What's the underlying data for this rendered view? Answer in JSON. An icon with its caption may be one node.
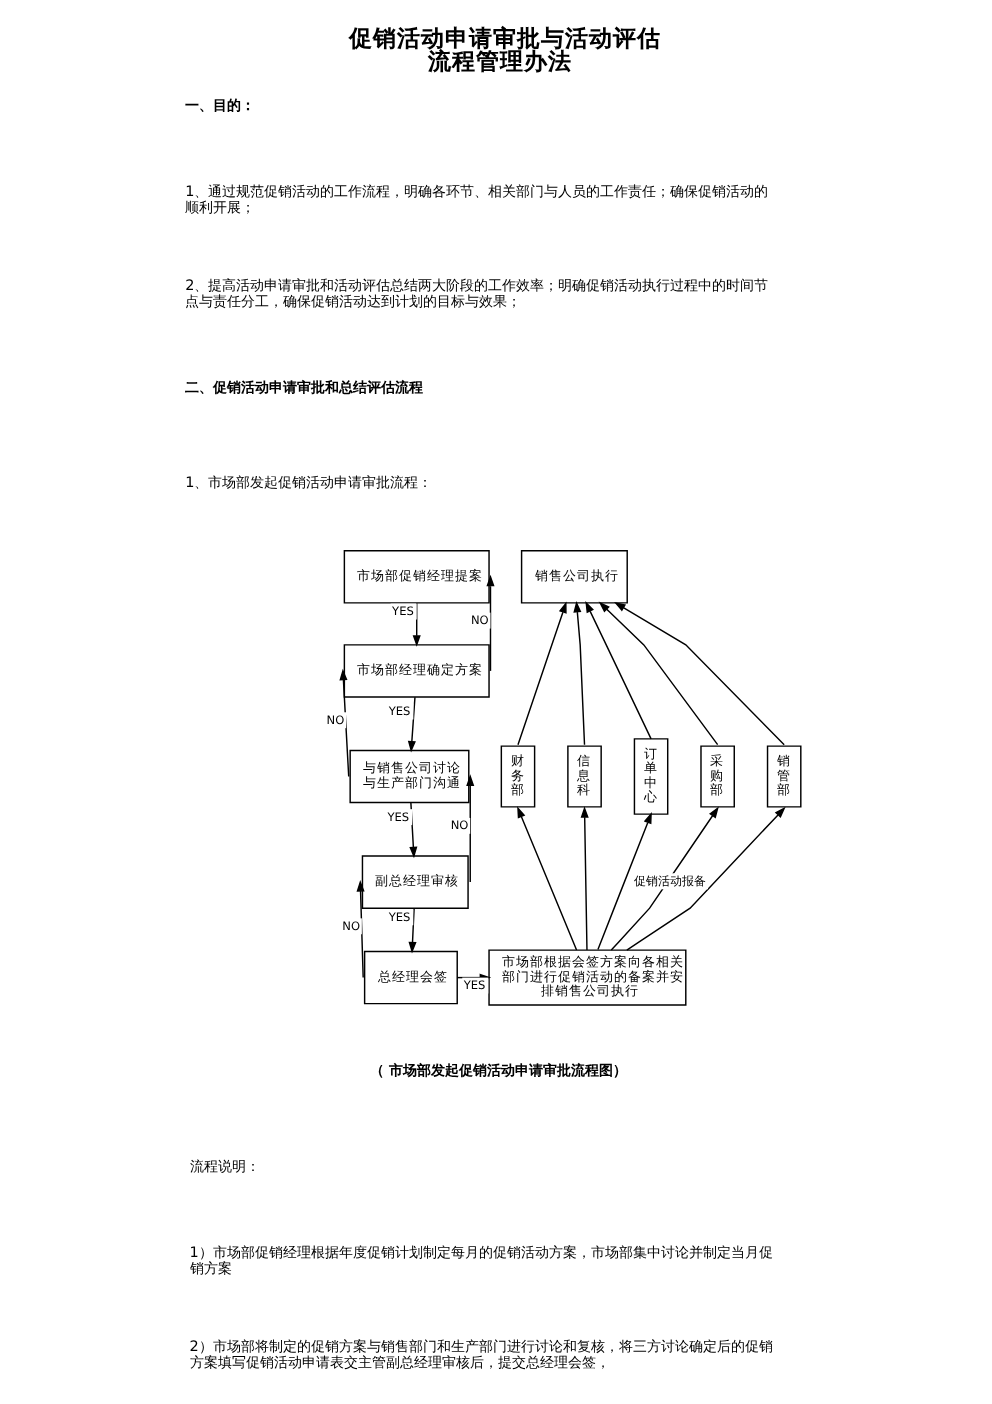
{
  "diagram": {
    "title": "促销活动申请审批与活动评估流程管理办法",
    "caption": "（ 市场部发起促销活动申请审批流程图）",
    "nodes": [
      {
        "text": [
          "市场部促销经理提案"
        ]
      },
      {
        "text": [
          "市场部经理确定方案"
        ]
      },
      {
        "text": [
          "与销售公司讨论与生产部门沟通"
        ]
      },
      {
        "text": [
          "副总经理审核"
        ]
      },
      {
        "text": [
          "总经理会签"
        ]
      },
      {
        "text": [
          "市场部根据会签方案向各相关部门进行促销活动的备案并安排销售公司执行"
        ]
      },
      {
        "text": [
          "财务部"
        ]
      },
      {
        "text": [
          "信息科"
        ]
      },
      {
        "text": [
          "订单中心"
        ]
      },
      {
        "text": [
          "采购部"
        ]
      },
      {
        "text": [
          "销管部"
        ]
      },
      {
        "text": [
          "销售公司执行"
        ]
      }
    ],
    "edges": [
      {
        "from": 0,
        "to": 1,
        "arrow": "to",
        "label": "YES"
      },
      {
        "from": 1,
        "to": 0,
        "arrow": "to",
        "label": "NO"
      },
      {
        "from": 1,
        "to": 2,
        "arrow": "to",
        "label": "YES"
      },
      {
        "from": 2,
        "to": 1,
        "arrow": "to",
        "label": "NO"
      },
      {
        "from": 2,
        "to": 3,
        "arrow": "to",
        "label": "YES"
      },
      {
        "from": 3,
        "to": 2,
        "arrow": "to",
        "label": "NO"
      },
      {
        "from": 3,
        "to": 4,
        "arrow": "to",
        "label": "YES"
      },
      {
        "from": 4,
        "to": 3,
        "arrow": "to",
        "label": "NO"
      },
      {
        "from": 4,
        "to": 5,
        "arrow": "to",
        "label": "YES"
      },
      {
        "from": 5,
        "to": 6,
        "arrow": "to"
      },
      {
        "from": 5,
        "to": 7,
        "arrow": "to"
      },
      {
        "from": 5,
        "to": 8,
        "arrow": "to"
      },
      {
        "from": 5,
        "to": 9,
        "arrow": "to"
      },
      {
        "from": 5,
        "to": 10,
        "arrow": "to",
        "label": "促销活动报备"
      },
      {
        "from": 6,
        "to": 11,
        "arrow": "to"
      },
      {
        "from": 7,
        "to": 11,
        "arrow": "to"
      },
      {
        "from": 8,
        "to": 11,
        "arrow": "to"
      },
      {
        "from": 9,
        "to": 11,
        "arrow": "to"
      },
      {
        "from": 10,
        "to": 11,
        "arrow": "to"
      }
    ],
    "labels": [
      "一、目的：",
      "1、通过规范促销活动的工作流程，明确各环节、相关部门与人员的工作责任；确保促销活动的顺利开展；",
      "2、提高活动申请审批和活动评估总结两大阶段的工作效率；明确促销活动执行过程中的时间节点与责任分工，确保促销活动达到计划的目标与效果；",
      "二、促销活动申请审批和总结评估流程",
      "1、市场部发起促销活动申请审批流程：",
      "流程说明：",
      "1）市场部促销经理根据年度促销计划制定每月的促销活动方案，市场部集中讨论并制定当月促销方案",
      "2）市场部将制定的促销方案与销售部门和生产部门进行讨论和复核，将三方讨论确定后的促销方案填写促销活动申请表交主管副总经理审核后，提交总经理会签，"
    ]
  }
}
